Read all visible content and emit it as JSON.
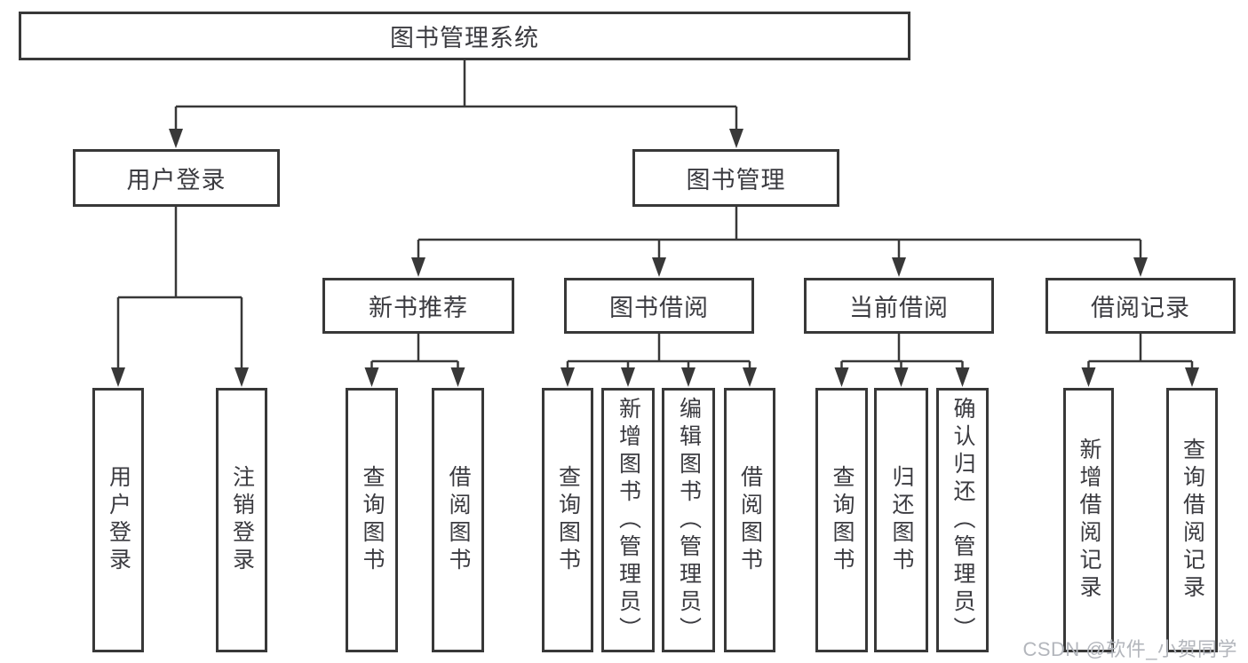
{
  "colors": {
    "line": "#383838",
    "text": "#3b3b40",
    "watermark": "#b3b6bc",
    "bg": "#ffffff"
  },
  "tree": {
    "root": {
      "label": "图书管理系统"
    },
    "branches": [
      {
        "label": "用户登录",
        "children": [
          {
            "label": "用户登录"
          },
          {
            "label": "注销登录"
          }
        ]
      },
      {
        "label": "图书管理",
        "children": [
          {
            "label": "新书推荐",
            "children": [
              {
                "label": "查询图书"
              },
              {
                "label": "借阅图书"
              }
            ]
          },
          {
            "label": "图书借阅",
            "children": [
              {
                "label": "查询图书"
              },
              {
                "label": "新增图书（管理员）"
              },
              {
                "label": "编辑图书（管理员）"
              },
              {
                "label": "借阅图书"
              }
            ]
          },
          {
            "label": "当前借阅",
            "children": [
              {
                "label": "查询图书"
              },
              {
                "label": "归还图书"
              },
              {
                "label": "确认归还（管理员）"
              }
            ]
          },
          {
            "label": "借阅记录",
            "children": [
              {
                "label": "新增借阅记录"
              },
              {
                "label": "查询借阅记录"
              }
            ]
          }
        ]
      }
    ]
  },
  "watermark": {
    "text": "CSDN @软件_小贺同学"
  }
}
